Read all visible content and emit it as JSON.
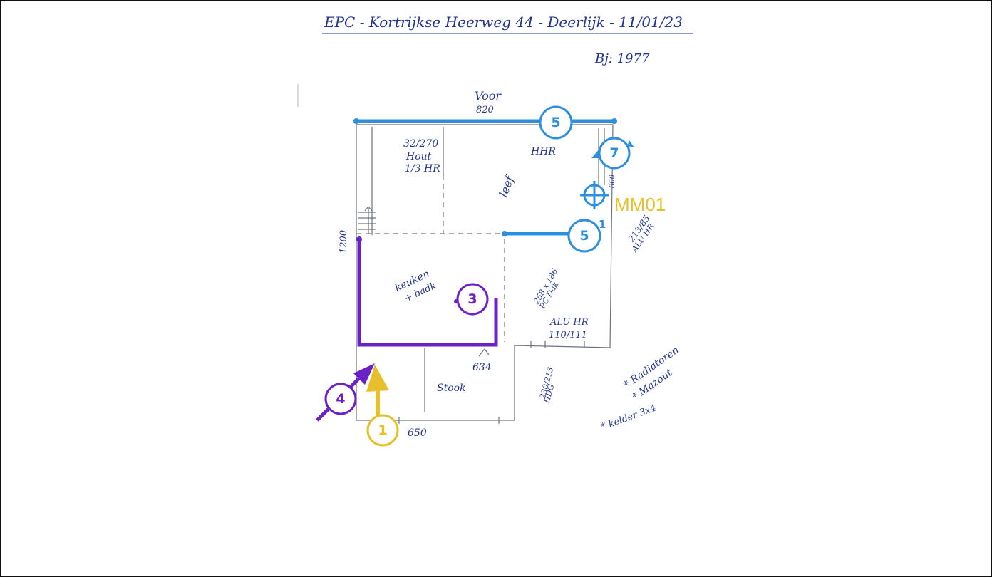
{
  "colors": {
    "blue_marker": "#2f8fdc",
    "purple_marker": "#6a22c4",
    "gold_marker": "#e6c02c",
    "ink": "#24368f",
    "pencil": "#6f7380"
  },
  "sketch": {
    "title": "EPC - Kortrijkse Heerweg 44 - Deerlijk - 11/01/23",
    "year": "Bj: 1977",
    "front_label": "Voor",
    "front_width": "820",
    "window_front_left_1": "32/270",
    "window_front_left_2": "Hout",
    "window_front_left_3": "1/3 HR",
    "window_front_right": "HHR",
    "room_living": "leef",
    "room_kitchen_1": "keuken",
    "room_kitchen_2": "+ badk",
    "side_door_1": "213/85",
    "side_door_2": "ALU HR",
    "side_measure": "800",
    "left_measure": "1200",
    "window_mid_1": "258 x 186",
    "window_mid_2": "PC Dak",
    "window_rear_1": "ALU HR",
    "window_rear_2": "110/111",
    "rear_measure": "634",
    "room_storage": "Stook",
    "door_rear_1": "230/213",
    "door_rear_2": "HDG",
    "bottom_width": "650",
    "note_1": "* Radiatoren",
    "note_2": "* Mazout",
    "note_3": "* kelder 3x4"
  },
  "markers": {
    "m5_top": "5",
    "m7": "7",
    "m5_mid": "5",
    "m3": "3",
    "m4": "4",
    "m1": "1",
    "mm01_label": "MM01",
    "mm01_small": "1"
  }
}
